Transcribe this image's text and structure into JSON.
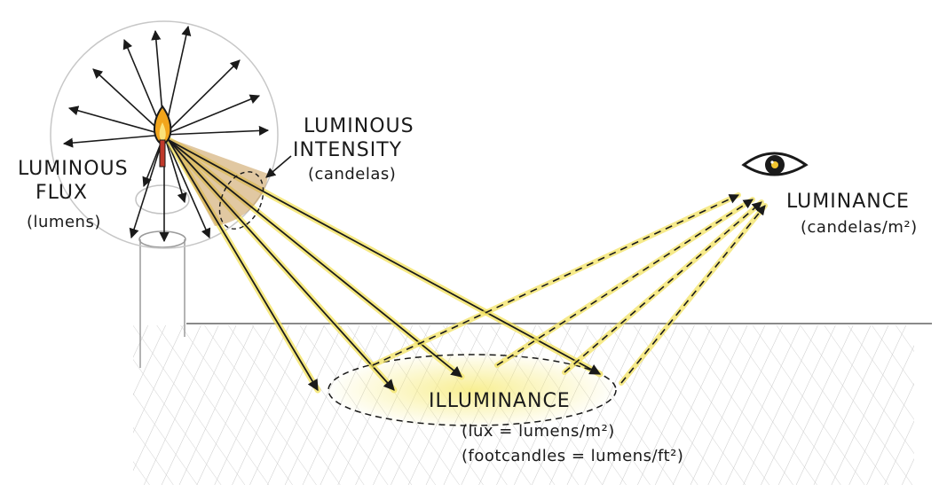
{
  "labels": {
    "luminous_flux_line1": "LUMINOUS",
    "luminous_flux_line2": "FLUX",
    "luminous_flux_unit": "(lumens)",
    "luminous_intensity_line1": "LUMINOUS",
    "luminous_intensity_line2": "INTENSITY",
    "luminous_intensity_unit": "(candelas)",
    "luminance": "LUMINANCE",
    "luminance_unit": "(candelas/m²)",
    "illuminance": "ILLUMINANCE",
    "illuminance_unit_1": "(lux = lumens/m²)",
    "illuminance_unit_2": "(footcandles = lumens/ft²)"
  },
  "icons": [
    "candle-icon",
    "eye-icon"
  ],
  "colors": {
    "ink": "#1a1a1a",
    "light": "#f3e25a",
    "flame": "#f2a51c",
    "cone": "#c99a55",
    "sketch": "#b8b8b8"
  }
}
